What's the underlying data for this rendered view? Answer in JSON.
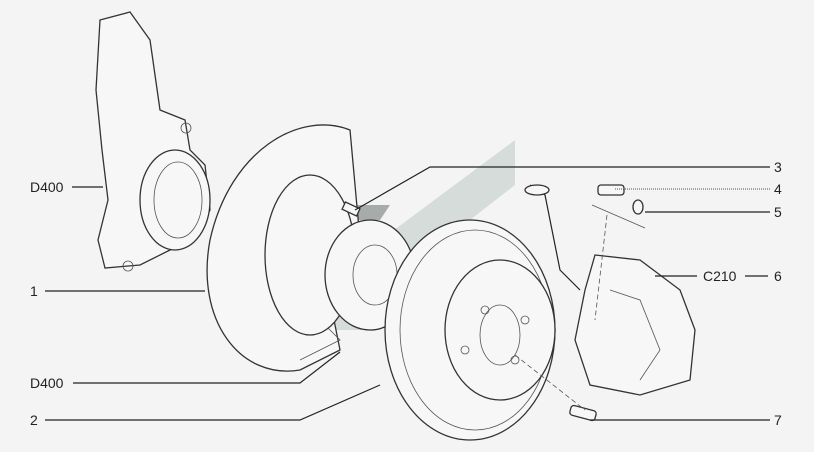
{
  "callouts": {
    "knuckle_code": "D400",
    "shield_num": "1",
    "shield_code": "D400",
    "disc_num": "2",
    "bolt_num": "3",
    "caliper_bolt_num": "4",
    "washer_num": "5",
    "caliper_code": "C210",
    "caliper_num": "6",
    "stud_num": "7"
  },
  "colors": {
    "background": "#f4f4f4",
    "watermark_light": "#d5dcd9",
    "watermark_dark": "#a6aca9",
    "line": "#222222"
  }
}
